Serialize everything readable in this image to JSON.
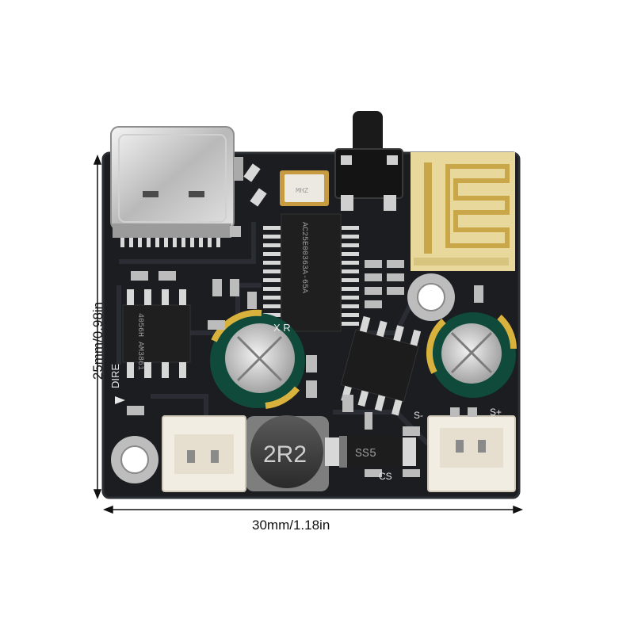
{
  "dimensions": {
    "width_label": "30mm/1.18in",
    "height_label": "25mm/0.98in"
  },
  "board": {
    "silkscreen": {
      "dire": "DIRE",
      "cs": "CS",
      "s_minus": "S-",
      "s_plus": "S+"
    },
    "components": {
      "main_ic_marking": "AC25E00363A-65A",
      "amp_ic_marking": "4056H AM3861",
      "inductor_marking": "2R2",
      "diode_marking": "SS5",
      "crystal_marking": "MHZ",
      "cap_marking": "X R"
    }
  },
  "colors": {
    "pcb": "#1b1d21",
    "gold": "#d8b45a",
    "antenna_substrate": "#e9d89c",
    "capacitor_sleeve": "#0f4a3a"
  }
}
